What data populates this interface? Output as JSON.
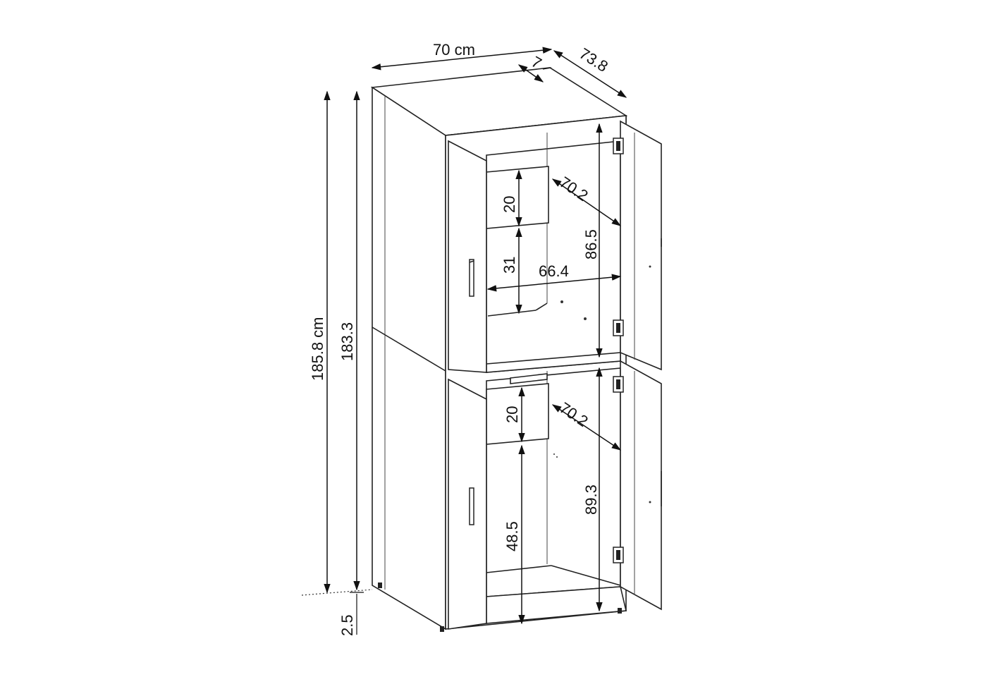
{
  "dimensions": {
    "width": "70 cm",
    "depth": "73.8",
    "top_overhang": "7",
    "total_height": "185.8 cm",
    "body_height": "183.3",
    "foot_height": "2.5",
    "upper_shelf_height": "20",
    "upper_gap": "31",
    "upper_diag": "70.2",
    "upper_inner_height": "86.5",
    "inner_width": "66.4",
    "lower_shelf_height": "20",
    "lower_diag": "70.2",
    "lower_inner_height": "89.3",
    "lower_clear_height": "48.5"
  },
  "icons": [
    "door-handle-icon",
    "hinge-icon"
  ]
}
